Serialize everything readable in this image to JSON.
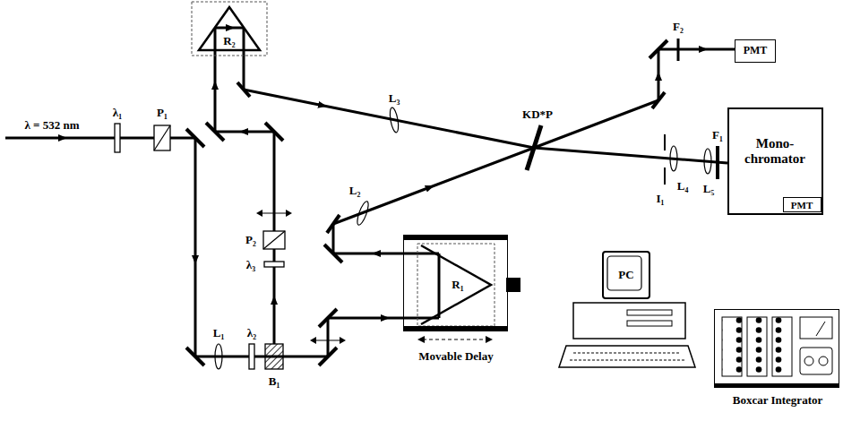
{
  "diagram": {
    "nodes": [
      {
        "text": [
          "PMT"
        ]
      },
      {
        "text": [
          "Mono- chromator"
        ]
      },
      {
        "text": [
          "PMT"
        ],
        "in": 1
      },
      {
        "text": [
          "R₁",
          "Movable Delay"
        ]
      },
      {
        "text": [
          "PC"
        ]
      },
      {
        "text": [
          "Boxcar Integrator"
        ]
      }
    ],
    "edges": [
      {
        "from": 3,
        "to": 4,
        "arrow": "none"
      },
      {
        "from": 4,
        "to": 5,
        "arrow": "none"
      },
      {
        "from": 0,
        "to": 5,
        "arrow": "none"
      },
      {
        "from": 2,
        "to": 5,
        "arrow": "none"
      }
    ],
    "labels": [
      "λ = 532 nm",
      "λ₁",
      "P₁",
      "L₁",
      "λ₂",
      "B₁",
      "P₂",
      "λ₃",
      "R₂",
      "L₃",
      "L₂",
      "KD*P",
      "F₂",
      "F₁",
      "L₄",
      "L₅",
      "I₁"
    ]
  }
}
